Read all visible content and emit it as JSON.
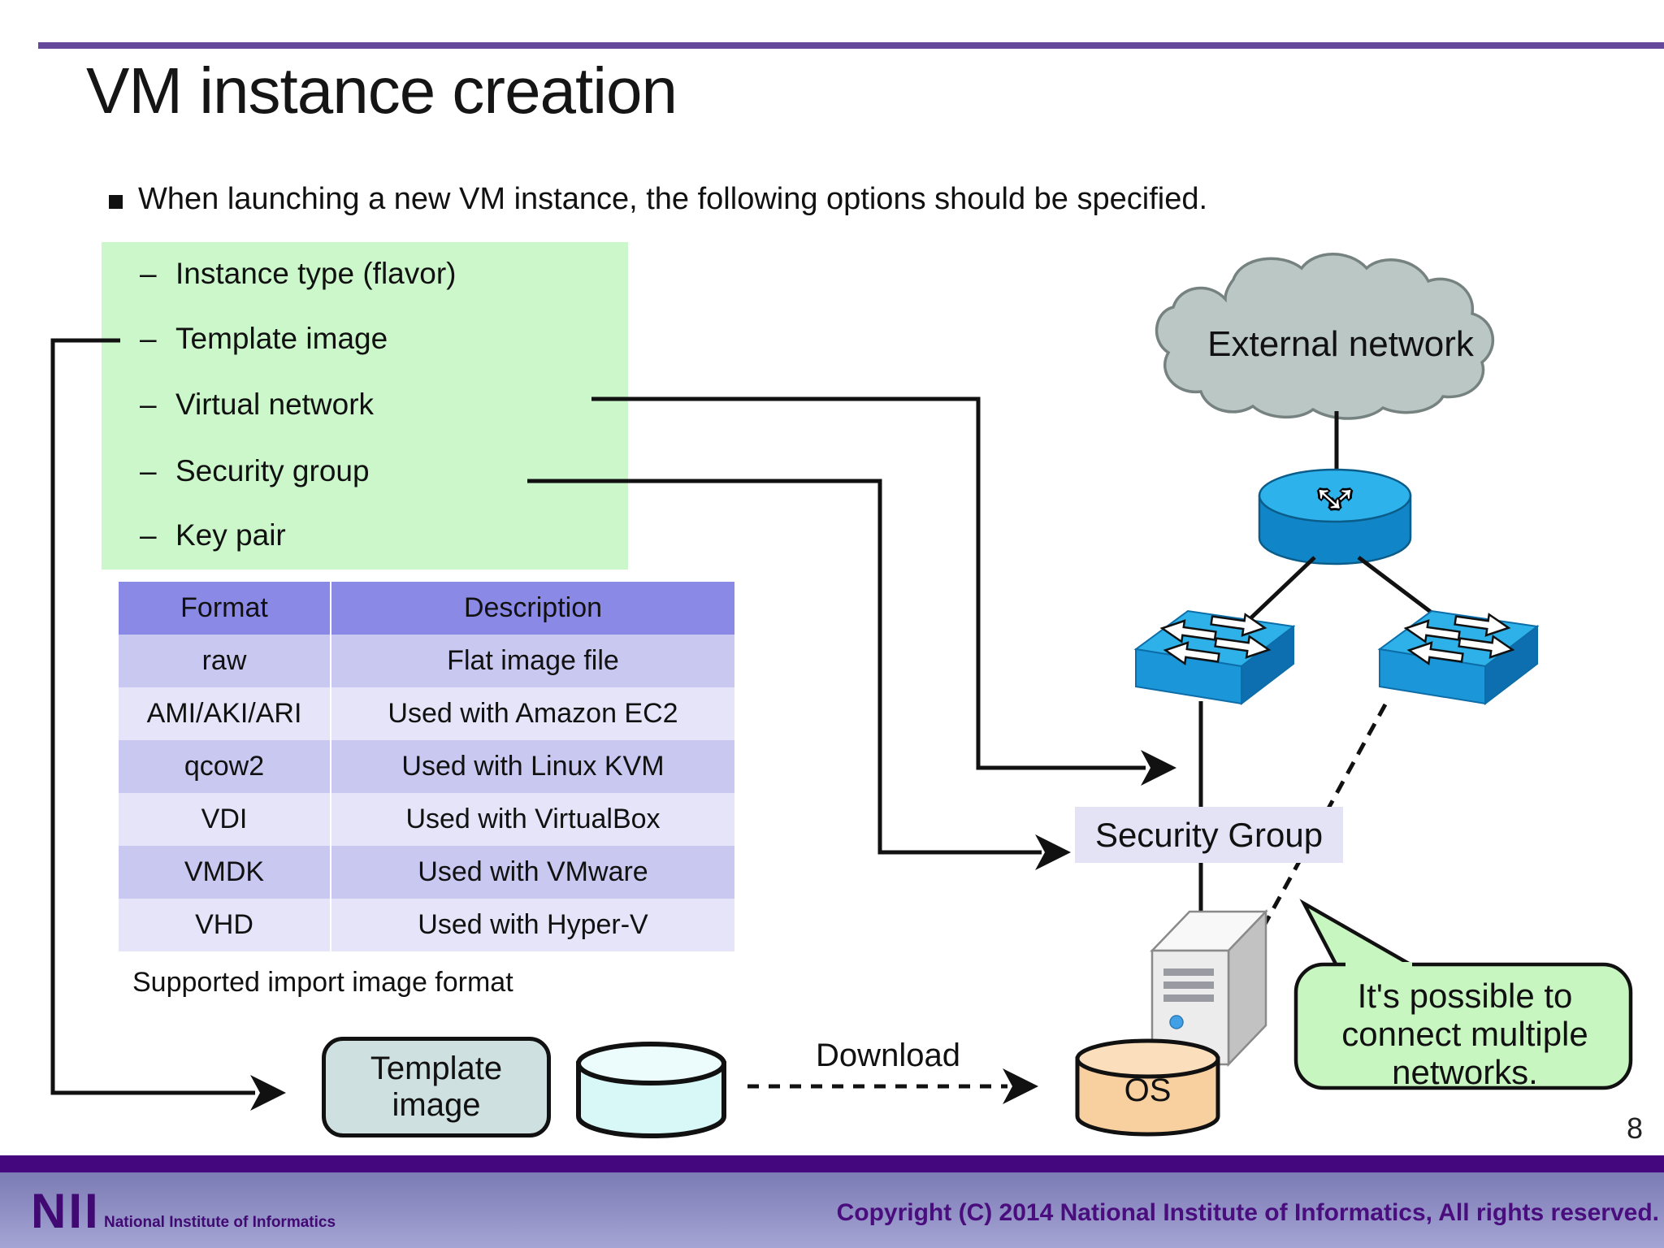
{
  "slide": {
    "title": "VM instance creation",
    "bullet": "When launching a new VM instance, the following options should be specified.",
    "dash": "–",
    "options": [
      "Instance type (flavor)",
      "Template image",
      "Virtual network",
      "Security group",
      "Key pair"
    ]
  },
  "table": {
    "headers": {
      "format": "Format",
      "description": "Description"
    },
    "rows": [
      {
        "format": "raw",
        "description": "Flat image file"
      },
      {
        "format": "AMI/AKI/ARI",
        "description": "Used with Amazon EC2"
      },
      {
        "format": "qcow2",
        "description": "Used with Linux KVM"
      },
      {
        "format": "VDI",
        "description": "Used with VirtualBox"
      },
      {
        "format": "VMDK",
        "description": "Used with VMware"
      },
      {
        "format": "VHD",
        "description": "Used with Hyper-V"
      }
    ],
    "caption": "Supported import image format"
  },
  "diagram": {
    "external_network_label": "External network",
    "security_group_label": "Security Group",
    "template_image_label": "Template image",
    "download_label": "Download",
    "os_label": "OS",
    "callout": "It's possible to connect multiple networks.",
    "router_arrows": "↔"
  },
  "footer": {
    "logo": "NII",
    "institute": "National Institute of Informatics",
    "copyright": "Copyright (C) 2014 National Institute of Informatics, All rights reserved."
  },
  "page_number": "8",
  "colors": {
    "top_rule": "#64489c",
    "green_box": "#cbf7ca",
    "table_header": "#8b89e6",
    "table_row_odd": "#c9c8f1",
    "table_row_even": "#e5e4f9",
    "security_label_bg": "#e4e3f6",
    "cloud_fill": "#bac7c5",
    "device_blue_top": "#2eb0e8",
    "device_blue_front": "#1b96d8",
    "device_blue_side": "#0e6fb0",
    "os_cylinder": "#f8cf9f",
    "image_cylinder": "#d8f8f8",
    "template_box": "#cfe0e0",
    "callout_bubble": "#c8f6c1",
    "footer_bar": "#45077d",
    "nii_purple": "#410a72"
  }
}
